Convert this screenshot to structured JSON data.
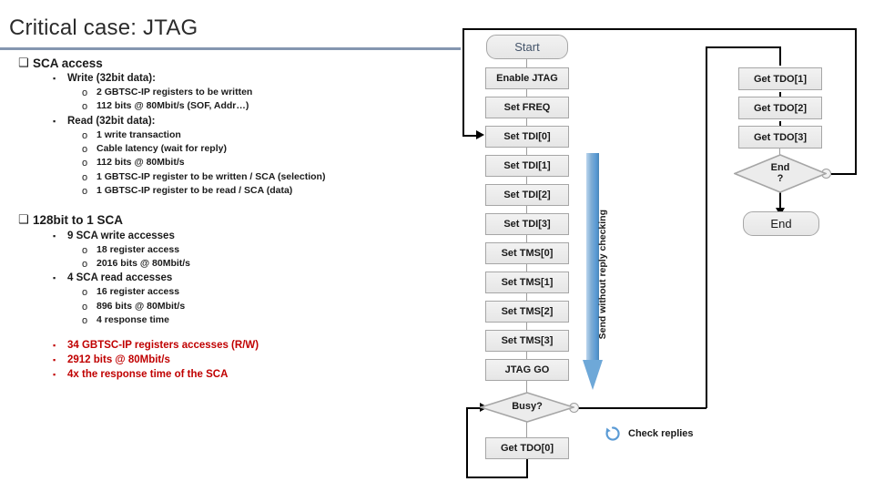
{
  "slide": {
    "title": "Critical case: JTAG",
    "accent_color": "#8496b0",
    "highlight_color": "#c00000",
    "arrow_color": "#5b9bd5"
  },
  "bullets": [
    {
      "level": 1,
      "marker": "❑",
      "text": "SCA access"
    },
    {
      "level": 2,
      "marker": "▪",
      "text": "Write (32bit data):"
    },
    {
      "level": 3,
      "marker": "o",
      "text": "2 GBTSC-IP registers to be written"
    },
    {
      "level": 3,
      "marker": "o",
      "text": "112 bits @ 80Mbit/s (SOF, Addr…)"
    },
    {
      "level": 2,
      "marker": "▪",
      "text": "Read (32bit data):"
    },
    {
      "level": 3,
      "marker": "o",
      "text": "1 write transaction"
    },
    {
      "level": 3,
      "marker": "o",
      "text": "Cable latency (wait for reply)"
    },
    {
      "level": 3,
      "marker": "o",
      "text": "112 bits @ 80Mbit/s"
    },
    {
      "level": 3,
      "marker": "o",
      "text": "1 GBTSC-IP register to be written / SCA (selection)"
    },
    {
      "level": 3,
      "marker": "o",
      "text": "1 GBTSC-IP register to be read / SCA (data)"
    },
    {
      "level": 1,
      "marker": "❑",
      "text": "128bit to 1 SCA",
      "spacer_before": true
    },
    {
      "level": 2,
      "marker": "▪",
      "text": "9 SCA write accesses"
    },
    {
      "level": 3,
      "marker": "o",
      "text": "18 register access"
    },
    {
      "level": 3,
      "marker": "o",
      "text": "2016 bits @ 80Mbit/s"
    },
    {
      "level": 2,
      "marker": "▪",
      "text": "4 SCA read accesses"
    },
    {
      "level": 3,
      "marker": "o",
      "text": "16 register access"
    },
    {
      "level": 3,
      "marker": "o",
      "text": "896 bits @ 80Mbit/s"
    },
    {
      "level": 3,
      "marker": "o",
      "text": "4 response time"
    },
    {
      "level": 2,
      "marker": "▪",
      "text": "34 GBTSC-IP registers accesses (R/W)",
      "red": true,
      "spacer_before": true
    },
    {
      "level": 2,
      "marker": "▪",
      "text": "2912 bits @ 80Mbit/s",
      "red": true
    },
    {
      "level": 2,
      "marker": "▪",
      "text": "4x the response time of the SCA",
      "red": true
    }
  ],
  "flowchart": {
    "nodes": {
      "start": "Start",
      "enable_jtag": "Enable JTAG",
      "set_freq": "Set FREQ",
      "set_tdi_0": "Set TDI[0]",
      "set_tdi_1": "Set TDI[1]",
      "set_tdi_2": "Set TDI[2]",
      "set_tdi_3": "Set TDI[3]",
      "set_tms_0": "Set TMS[0]",
      "set_tms_1": "Set TMS[1]",
      "set_tms_2": "Set TMS[2]",
      "set_tms_3": "Set TMS[3]",
      "jtag_go": "JTAG GO",
      "busy": "Busy?",
      "get_tdo_0": "Get TDO[0]",
      "get_tdo_1": "Get TDO[1]",
      "get_tdo_2": "Get TDO[2]",
      "get_tdo_3": "Get TDO[3]",
      "end_decision_line1": "End",
      "end_decision_line2": "?",
      "end": "End"
    },
    "annotations": {
      "send_without_reply": "Send without reply checking",
      "check_replies": "Check replies"
    }
  }
}
